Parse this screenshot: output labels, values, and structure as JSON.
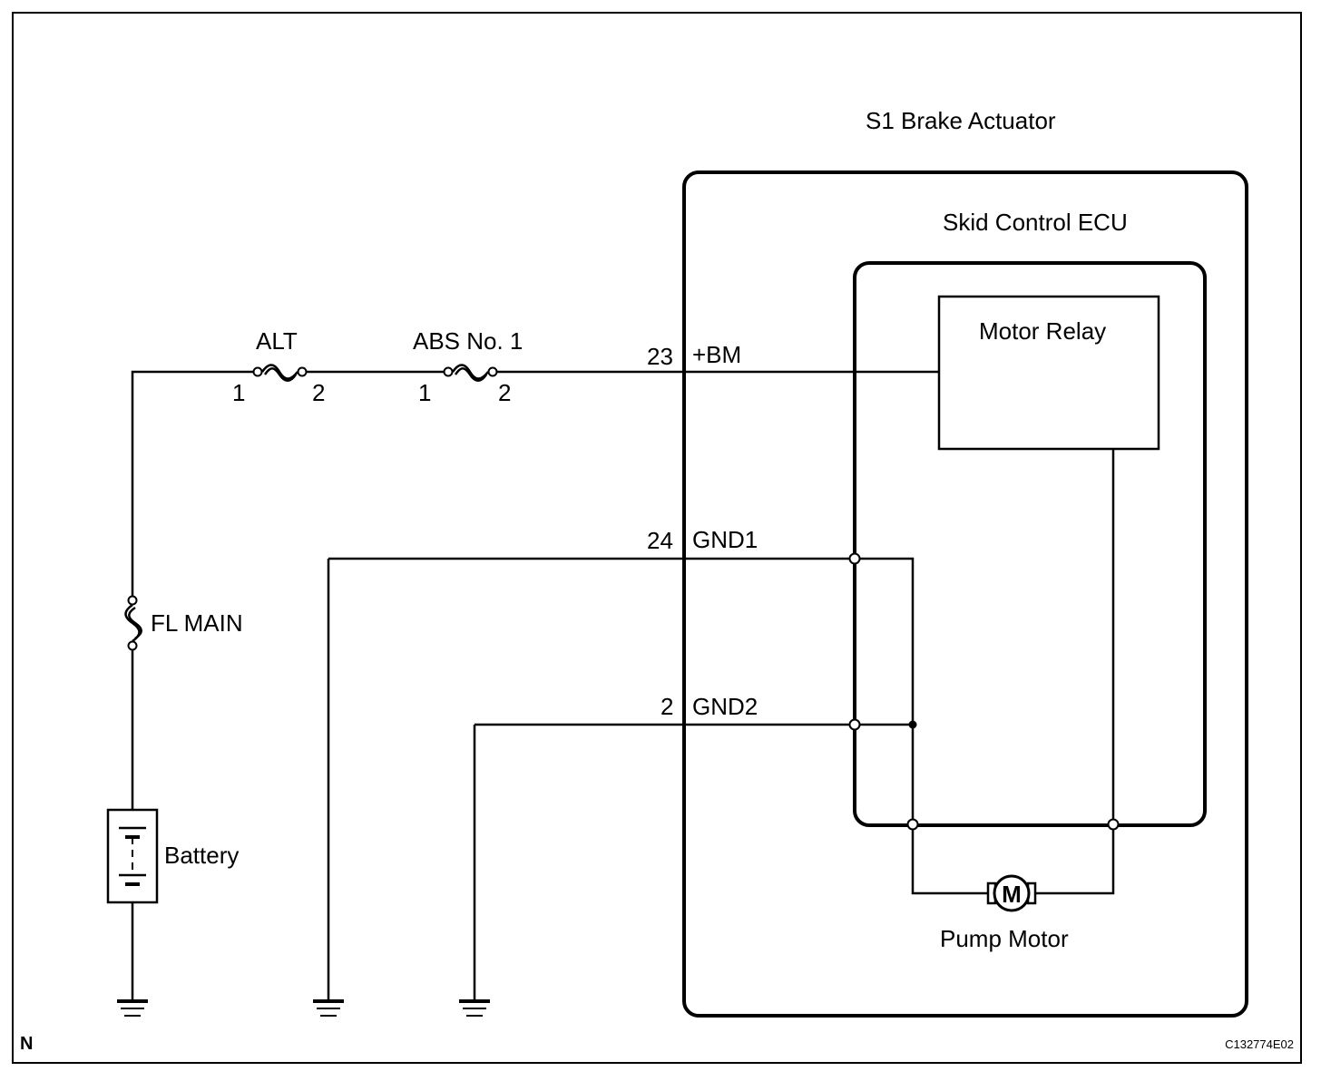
{
  "title": "S1 Brake Actuator",
  "ecu_label": "Skid Control ECU",
  "relay_label": "Motor Relay",
  "motor_label": "Pump Motor",
  "motor_symbol": "M",
  "fuses": {
    "alt": {
      "name": "ALT",
      "pin1": "1",
      "pin2": "2"
    },
    "abs": {
      "name": "ABS No. 1",
      "pin1": "1",
      "pin2": "2"
    },
    "fl_main": {
      "name": "FL MAIN"
    }
  },
  "battery_label": "Battery",
  "connector_pins": [
    {
      "number": "23",
      "signal": "+BM"
    },
    {
      "number": "24",
      "signal": "GND1"
    },
    {
      "number": "2",
      "signal": "GND2"
    }
  ],
  "corner_mark": "N",
  "figure_code": "C132774E02"
}
